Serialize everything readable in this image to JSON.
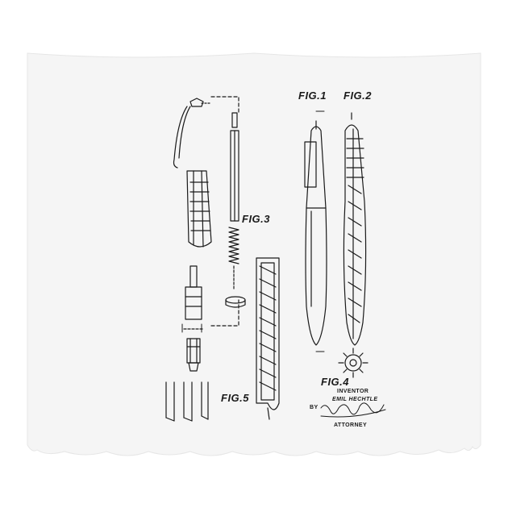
{
  "figures": {
    "fig1": "FIG.1",
    "fig2": "FIG.2",
    "fig3": "FIG.3",
    "fig4": "FIG.4",
    "fig5": "FIG.5"
  },
  "credits": {
    "inventor_label": "INVENTOR",
    "inventor_name": "EMIL HECHTLE",
    "by": "BY",
    "attorney_label": "ATTORNEY",
    "signature": "Harry Ernest Rubens"
  },
  "colors": {
    "background": "#ffffff",
    "tapestry": "#f4f4f4",
    "ink": "#1a1a1a"
  }
}
